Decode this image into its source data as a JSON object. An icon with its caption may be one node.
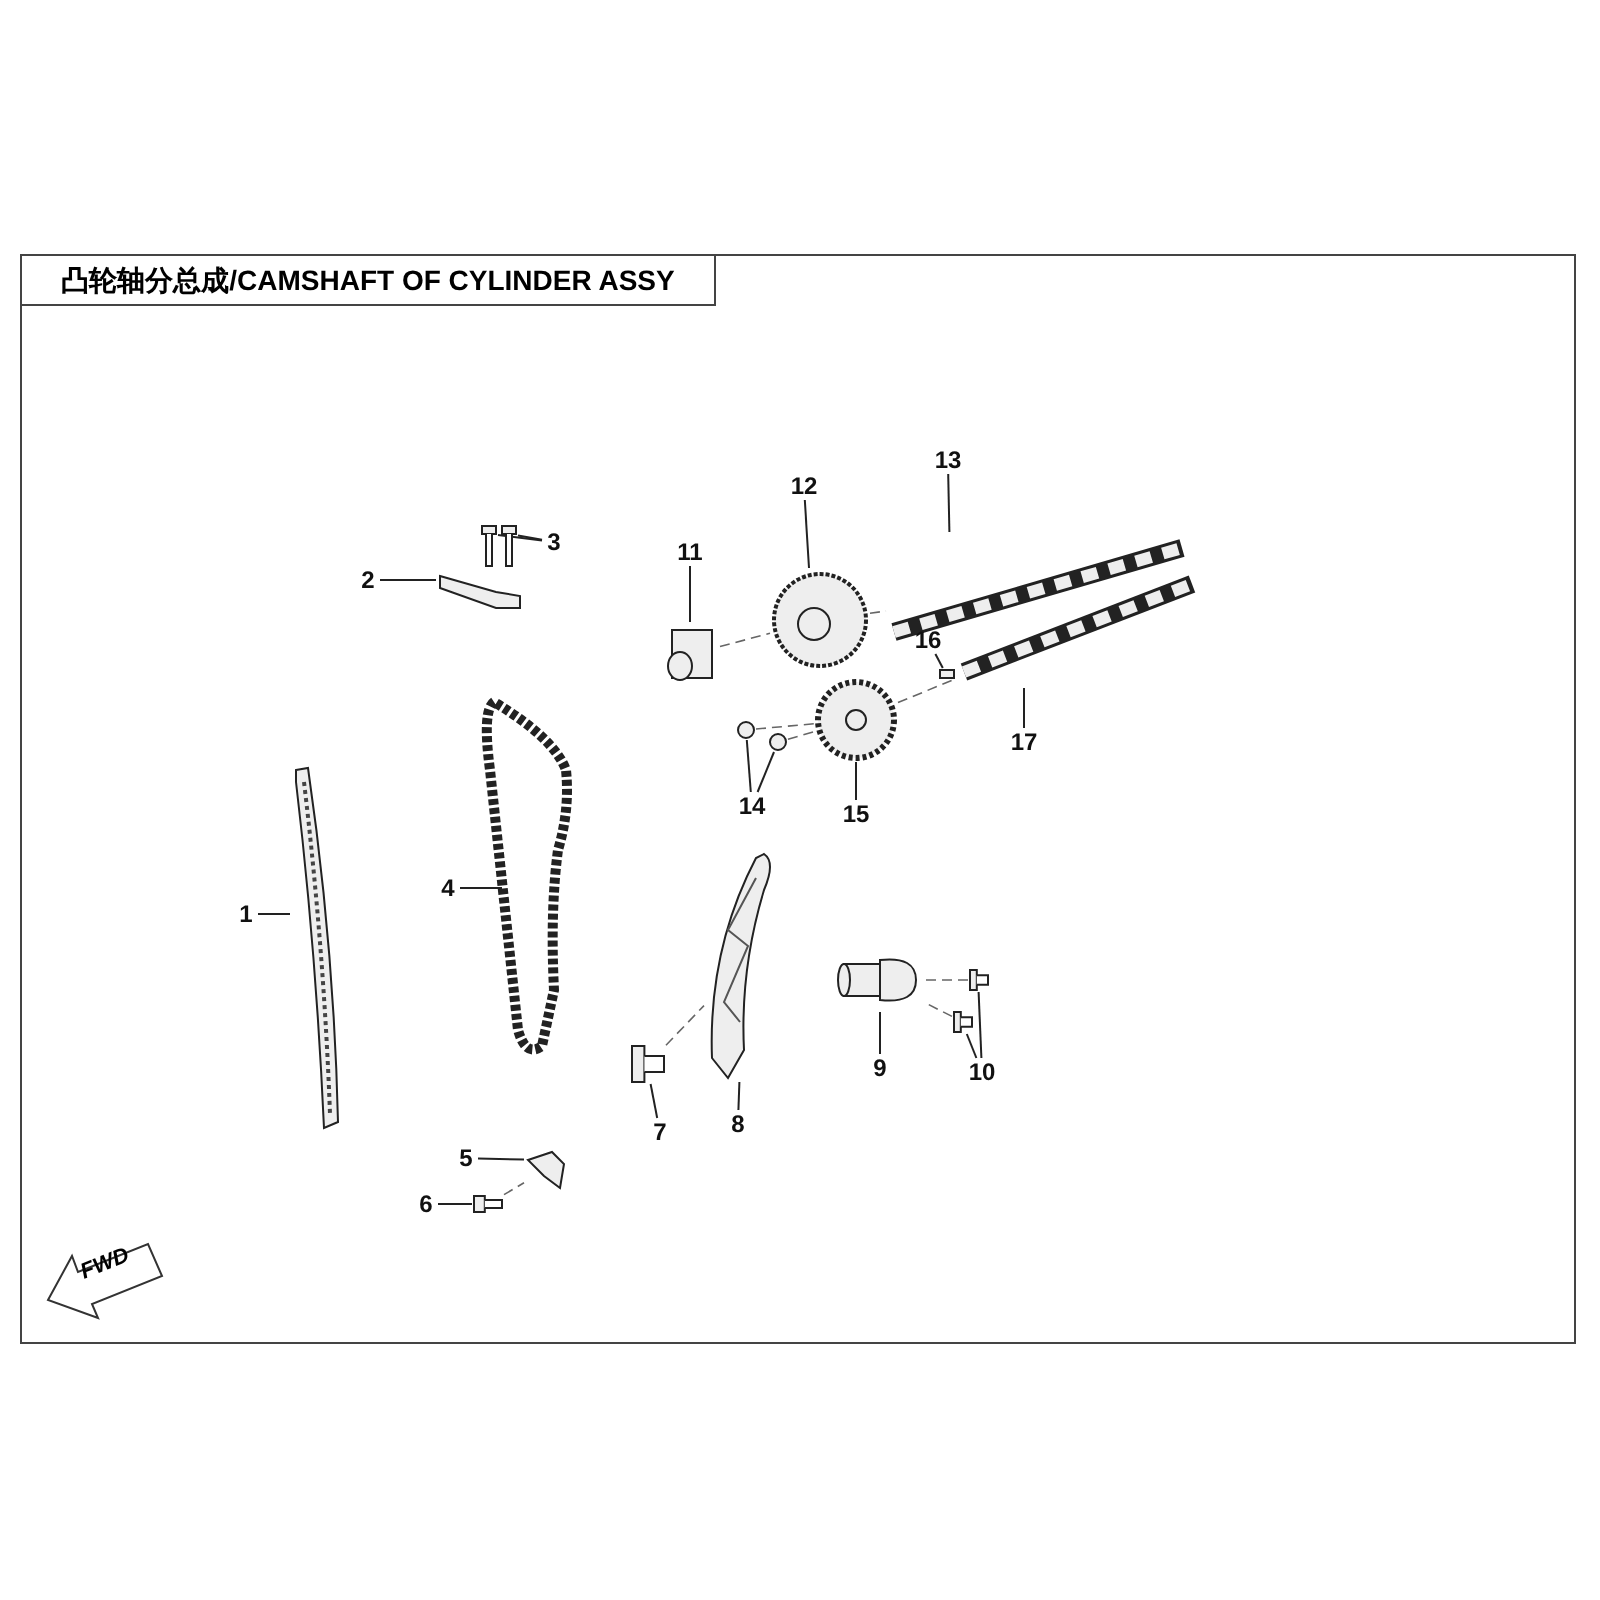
{
  "diagram": {
    "title": "凸轮轴分总成/CAMSHAFT OF CYLINDER ASSY",
    "nodes": [
      {
        "text": [
          "1"
        ]
      },
      {
        "text": [
          "2"
        ]
      },
      {
        "text": [
          "3"
        ]
      },
      {
        "text": [
          "4"
        ]
      },
      {
        "text": [
          "5"
        ]
      },
      {
        "text": [
          "6"
        ]
      },
      {
        "text": [
          "7"
        ]
      },
      {
        "text": [
          "8"
        ]
      },
      {
        "text": [
          "9"
        ]
      },
      {
        "text": [
          "10"
        ]
      },
      {
        "text": [
          "11"
        ]
      },
      {
        "text": [
          "12"
        ]
      },
      {
        "text": [
          "13"
        ]
      },
      {
        "text": [
          "14"
        ]
      },
      {
        "text": [
          "15"
        ]
      },
      {
        "text": [
          "16"
        ]
      },
      {
        "text": [
          "17"
        ]
      },
      {
        "text": [],
        "shape": "picture"
      },
      {
        "text": [],
        "shape": "picture"
      },
      {
        "text": [],
        "shape": "picture"
      },
      {
        "text": [],
        "shape": "picture"
      },
      {
        "text": [],
        "shape": "picture"
      },
      {
        "text": [],
        "shape": "picture"
      },
      {
        "text": [],
        "shape": "picture"
      },
      {
        "text": [],
        "shape": "picture"
      },
      {
        "text": [],
        "shape": "picture"
      },
      {
        "text": [],
        "shape": "picture"
      },
      {
        "text": [],
        "shape": "picture"
      },
      {
        "text": [],
        "shape": "picture"
      },
      {
        "text": [],
        "shape": "cylinder"
      },
      {
        "text": [],
        "shape": "picture"
      },
      {
        "text": [],
        "shape": "picture"
      },
      {
        "text": [],
        "shape": "circle"
      },
      {
        "text": [],
        "shape": "circle"
      },
      {
        "text": [],
        "shape": "picture"
      },
      {
        "text": [],
        "shape": "box"
      },
      {
        "text": [],
        "shape": "picture"
      }
    ],
    "edges": [
      {
        "from": 0,
        "to": 17,
        "arrow": "none"
      },
      {
        "from": 1,
        "to": 18,
        "arrow": "none"
      },
      {
        "from": 2,
        "to": 19,
        "arrow": "none"
      },
      {
        "from": 2,
        "to": 20,
        "arrow": "none"
      },
      {
        "from": 3,
        "to": 21,
        "arrow": "none"
      },
      {
        "from": 4,
        "to": 22,
        "arrow": "none"
      },
      {
        "from": 5,
        "to": 23,
        "arrow": "none"
      },
      {
        "from": 6,
        "to": 24,
        "arrow": "none"
      },
      {
        "from": 7,
        "to": 25,
        "arrow": "none"
      },
      {
        "from": 8,
        "to": 26,
        "arrow": "none"
      },
      {
        "from": 9,
        "to": 27,
        "arrow": "none"
      },
      {
        "from": 9,
        "to": 28,
        "arrow": "none"
      },
      {
        "from": 10,
        "to": 29,
        "arrow": "none"
      },
      {
        "from": 11,
        "to": 30,
        "arrow": "none"
      },
      {
        "from": 12,
        "to": 31,
        "arrow": "none"
      },
      {
        "from": 13,
        "to": 32,
        "arrow": "none"
      },
      {
        "from": 13,
        "to": 33,
        "arrow": "none"
      },
      {
        "from": 14,
        "to": 34,
        "arrow": "none"
      },
      {
        "from": 15,
        "to": 35,
        "arrow": "none"
      },
      {
        "from": 16,
        "to": 36,
        "arrow": "none"
      },
      {
        "from": 29,
        "to": 30,
        "arrow": "none",
        "style": "dashed"
      },
      {
        "from": 30,
        "to": 31,
        "arrow": "none",
        "style": "dashed"
      },
      {
        "from": 32,
        "to": 34,
        "arrow": "none",
        "style": "dashed"
      },
      {
        "from": 33,
        "to": 34,
        "arrow": "none",
        "style": "dashed"
      },
      {
        "from": 34,
        "to": 36,
        "arrow": "none",
        "style": "dashed"
      },
      {
        "from": 24,
        "to": 25,
        "arrow": "none",
        "style": "dashed"
      },
      {
        "from": 27,
        "to": 26,
        "arrow": "none",
        "style": "dashed"
      },
      {
        "from": 28,
        "to": 26,
        "arrow": "none",
        "style": "dashed"
      },
      {
        "from": 23,
        "to": 22,
        "arrow": "none",
        "style": "dashed"
      }
    ],
    "labels": [
      "FWD"
    ]
  }
}
